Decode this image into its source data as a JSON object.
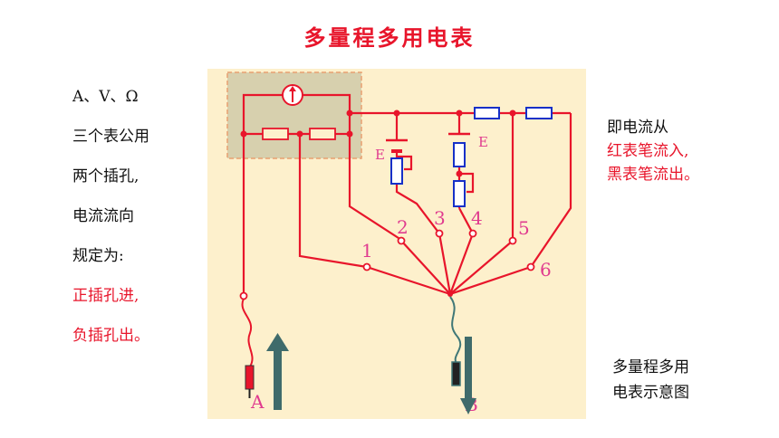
{
  "title": "多量程多用电表",
  "left_note": {
    "line1": "A、V、Ω",
    "line2": "三个表公用",
    "line3": "两个插孔,",
    "line4": "电流流向",
    "line5": "规定为:",
    "line6": "正插孔进,",
    "line7": "负插孔出。"
  },
  "right_note": {
    "line1": "即电流从",
    "line2": "红表笔流入,",
    "line3": "黑表笔流出。"
  },
  "caption": {
    "line1": "多量程多用",
    "line2": "电表示意图"
  },
  "diagram": {
    "battery_label_1": "E",
    "battery_label_2": "E",
    "terminals": [
      "1",
      "2",
      "3",
      "4",
      "5",
      "6"
    ],
    "probe_red_label": "A",
    "probe_black_label": "B"
  },
  "colors": {
    "title": "#e8152b",
    "wire": "#e8152b",
    "panel_bg": "#fdf0cc",
    "meter_box": "#d7d0ae",
    "resistor": "#1530c8",
    "label_pink": "#e03b8f",
    "arrow": "#3f6b6b"
  }
}
